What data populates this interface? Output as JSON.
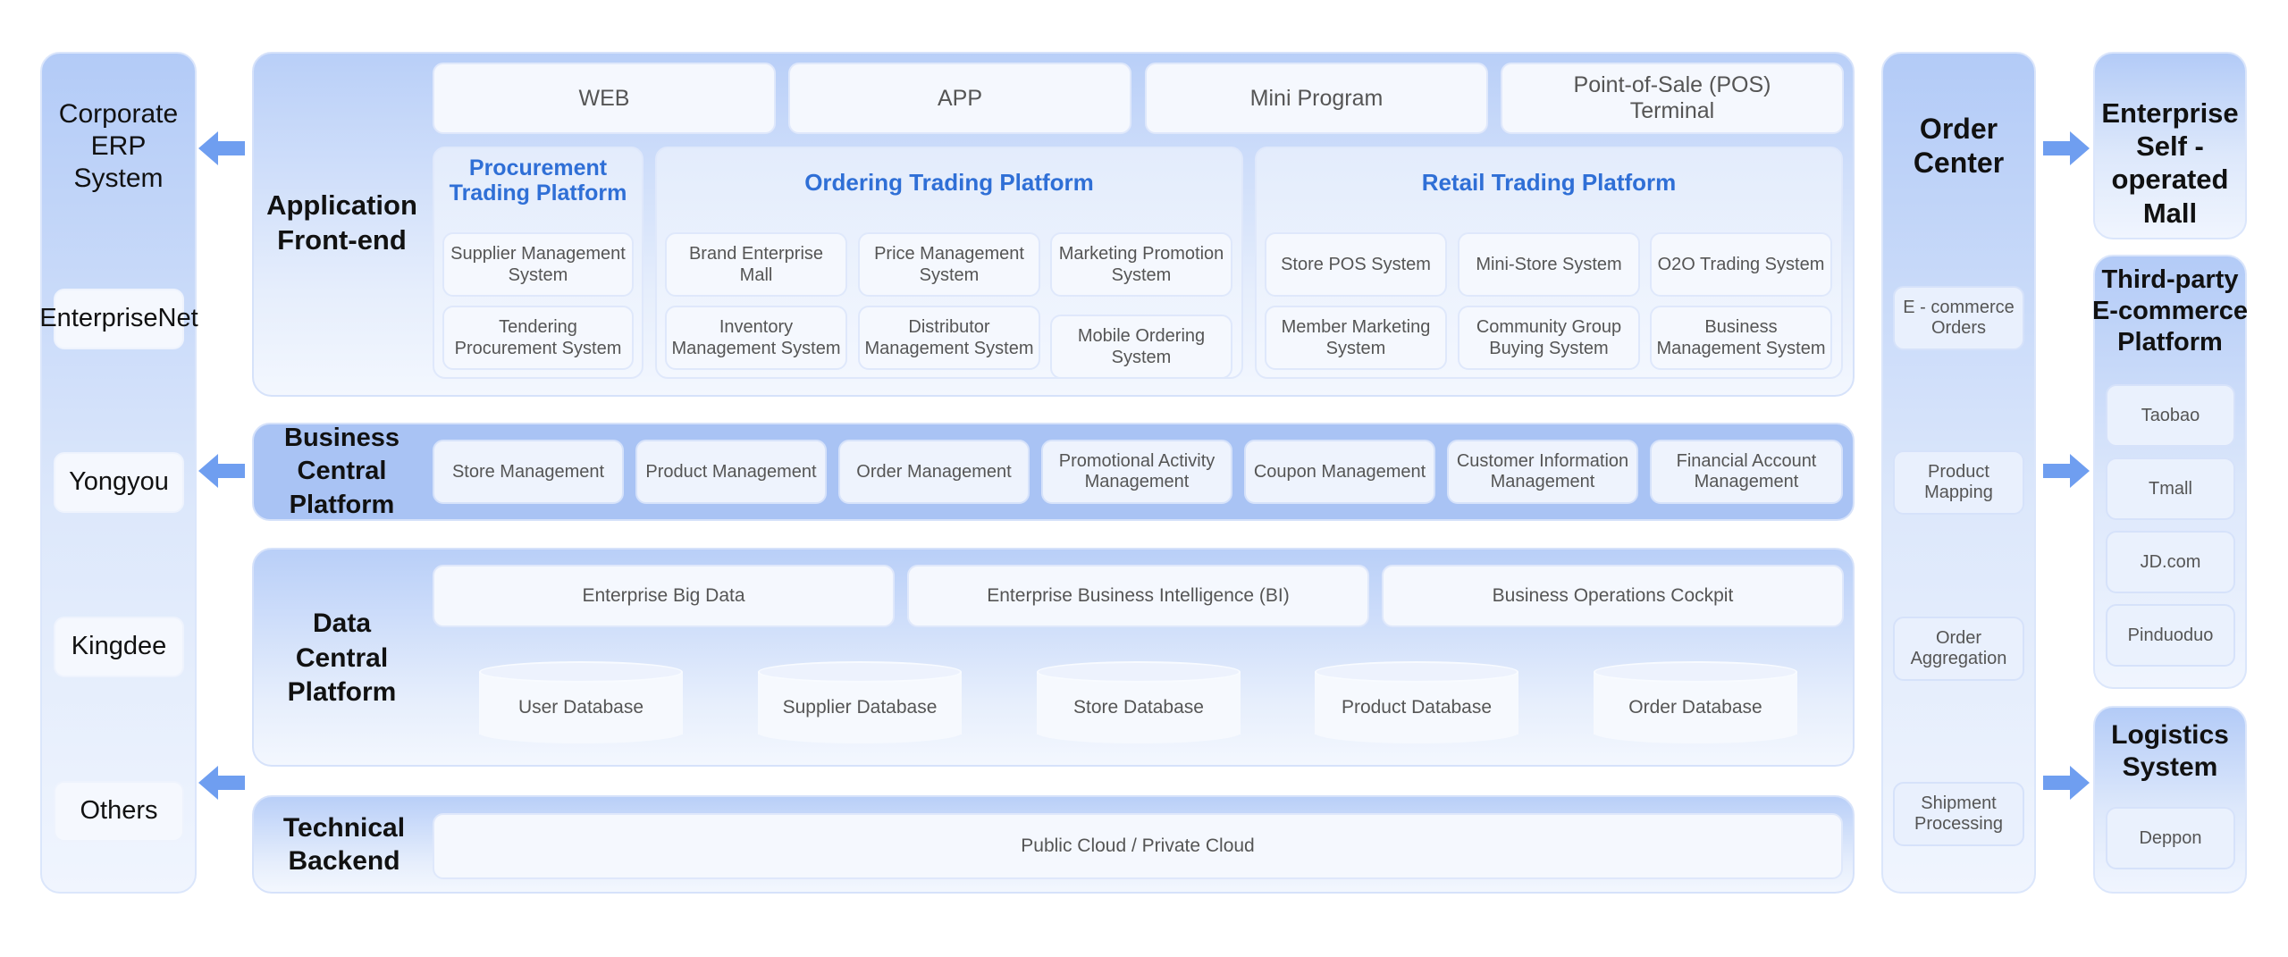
{
  "left_column": {
    "title": "Corporate ERP System",
    "items": [
      "EnterpriseNet",
      "Yongyou",
      "Kingdee",
      "Others"
    ]
  },
  "app_frontend": {
    "label": "Application Front-end",
    "channels": [
      "WEB",
      "APP",
      "Mini Program",
      "Point-of-Sale (POS) Terminal"
    ],
    "procurement": {
      "title": "Procurement Trading Platform",
      "items": [
        "Supplier Management System",
        "Tendering Procurement System"
      ]
    },
    "ordering": {
      "title": "Ordering Trading Platform",
      "items": [
        "Brand Enterprise Mall",
        "Price Management System",
        "Marketing Promotion System",
        "Inventory Management System",
        "Distributor Management System",
        "Mobile Ordering System"
      ]
    },
    "retail": {
      "title": "Retail Trading Platform",
      "items": [
        "Store POS System",
        "Mini-Store System",
        "O2O Trading System",
        "Member Marketing System",
        "Community Group Buying System",
        "Business Management System"
      ]
    }
  },
  "business_central": {
    "label": "Business Central Platform",
    "items": [
      "Store Management",
      "Product Management",
      "Order Management",
      "Promotional Activity Management",
      "Coupon Management",
      "Customer Information Management",
      "Financial Account Management"
    ]
  },
  "data_central": {
    "label": "Data Central Platform",
    "items": [
      "Enterprise Big Data",
      "Enterprise Business Intelligence (BI)",
      "Business Operations Cockpit"
    ],
    "databases": [
      "User Database",
      "Supplier Database",
      "Store Database",
      "Product Database",
      "Order Database"
    ]
  },
  "technical_backend": {
    "label": "Technical Backend",
    "cloud": "Public Cloud / Private Cloud"
  },
  "order_center": {
    "title": "Order Center",
    "items": [
      "E - commerce Orders",
      "Product Mapping",
      "Order Aggregation",
      "Shipment Processing"
    ]
  },
  "right_column": {
    "self_mall": "Enterprise Self - operated Mall",
    "third_party": {
      "title": "Third-party E-commerce Platform",
      "items": [
        "Taobao",
        "Tmall",
        "JD.com",
        "Pinduoduo"
      ]
    },
    "logistics": {
      "title": "Logistics System",
      "items": [
        "Deppon"
      ]
    }
  },
  "colors": {
    "accent": "#2f6fd6",
    "arrow": "#6f9ef0",
    "panel_top": "#b3cbf7"
  }
}
